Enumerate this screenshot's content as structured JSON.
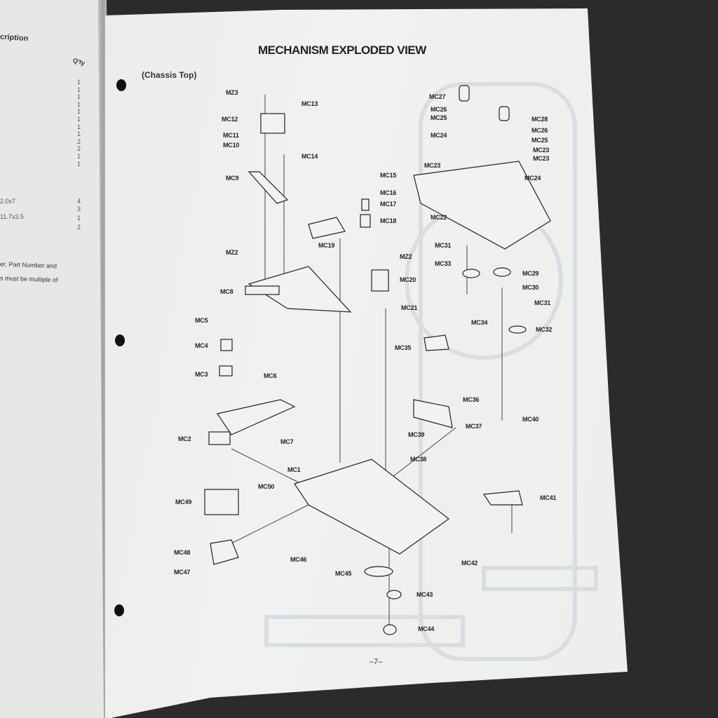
{
  "left_page": {
    "header": "cription",
    "qty_header": "Q'ty",
    "quantities": [
      "1",
      "1",
      "1",
      "1",
      "1",
      "1",
      "1",
      "1",
      "2",
      "2",
      "1",
      "1"
    ],
    "screw_rows": [
      {
        "desc": "2.0x7",
        "qty": "4"
      },
      {
        "desc": "",
        "qty": "3"
      },
      {
        "desc": "11.7x3.5",
        "qty": "1"
      },
      {
        "desc": "",
        "qty": "2"
      }
    ],
    "note_line1": "er, Part Number and",
    "note_line2": "s must be multiple of"
  },
  "right_page": {
    "title": "MECHANISM EXPLODED VIEW",
    "subtitle": "(Chassis Top)",
    "page_number": "–7–",
    "parts": [
      "MZ3",
      "MC13",
      "MC12",
      "MC11",
      "MC10",
      "MC14",
      "MC9",
      "MC15",
      "MC16",
      "MC17",
      "MC18",
      "MC19",
      "MZ2",
      "MZ2",
      "MC20",
      "MC21",
      "MC8",
      "MC27",
      "MC26",
      "MC25",
      "MC28",
      "MC26",
      "MC25",
      "MC24",
      "MC23",
      "MC23",
      "MC23",
      "MC24",
      "MC22",
      "MC31",
      "MC33",
      "MC29",
      "MC30",
      "MC31",
      "MC32",
      "MC34",
      "MC35",
      "MC5",
      "MC4",
      "MC3",
      "MC6",
      "MC36",
      "MC37",
      "MC40",
      "MC39",
      "MC38",
      "MC2",
      "MC7",
      "MC1",
      "MC50",
      "MC49",
      "MC41",
      "MC48",
      "MC47",
      "MC46",
      "MC42",
      "MC45",
      "MC43",
      "MC44"
    ]
  }
}
